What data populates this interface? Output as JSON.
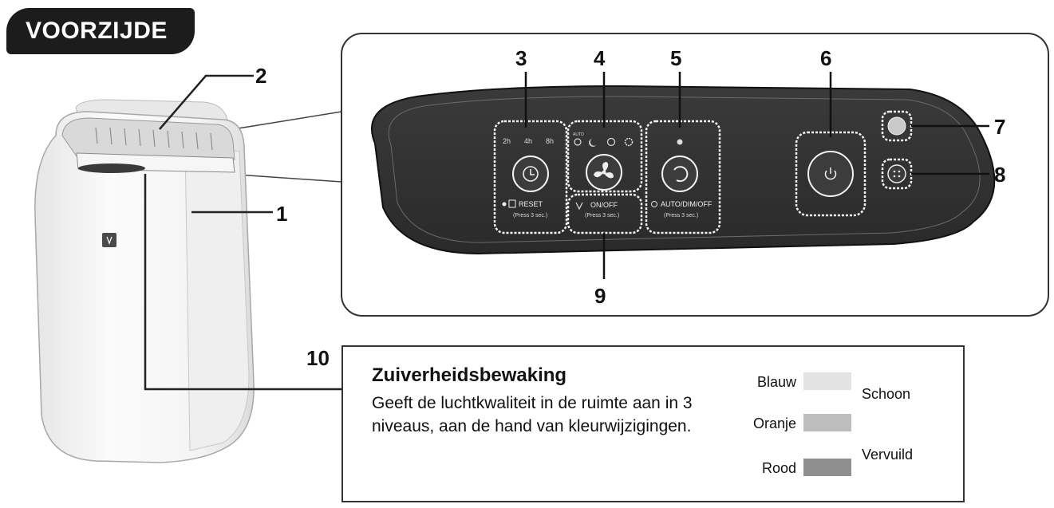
{
  "title": "VOORZIJDE",
  "callouts": {
    "c1": "1",
    "c2": "2",
    "c3": "3",
    "c4": "4",
    "c5": "5",
    "c6": "6",
    "c7": "7",
    "c8": "8",
    "c9": "9",
    "c10": "10"
  },
  "panel": {
    "timer_labels": [
      "2h",
      "4h",
      "8h"
    ],
    "reset_label": "RESET",
    "reset_press": "(Press 3 sec.)",
    "fan_auto": "AUTO",
    "ion_label": "ON/OFF",
    "ion_press": "(Press 3 sec.)",
    "light_label": "AUTO/DIM/OFF",
    "light_press": "(Press 3 sec.)"
  },
  "info": {
    "heading": "Zuiverheidsbewaking",
    "text": "Geeft de luchtkwaliteit in de ruimte aan in 3 niveaus, aan de hand van kleurwijzigingen.",
    "levels": [
      {
        "label": "Blauw",
        "color": "#e3e3e3"
      },
      {
        "label": "Oranje",
        "color": "#bdbdbd"
      },
      {
        "label": "Rood",
        "color": "#8f8f8f"
      }
    ],
    "arrow_top": "Schoon",
    "arrow_bottom": "Vervuild"
  }
}
